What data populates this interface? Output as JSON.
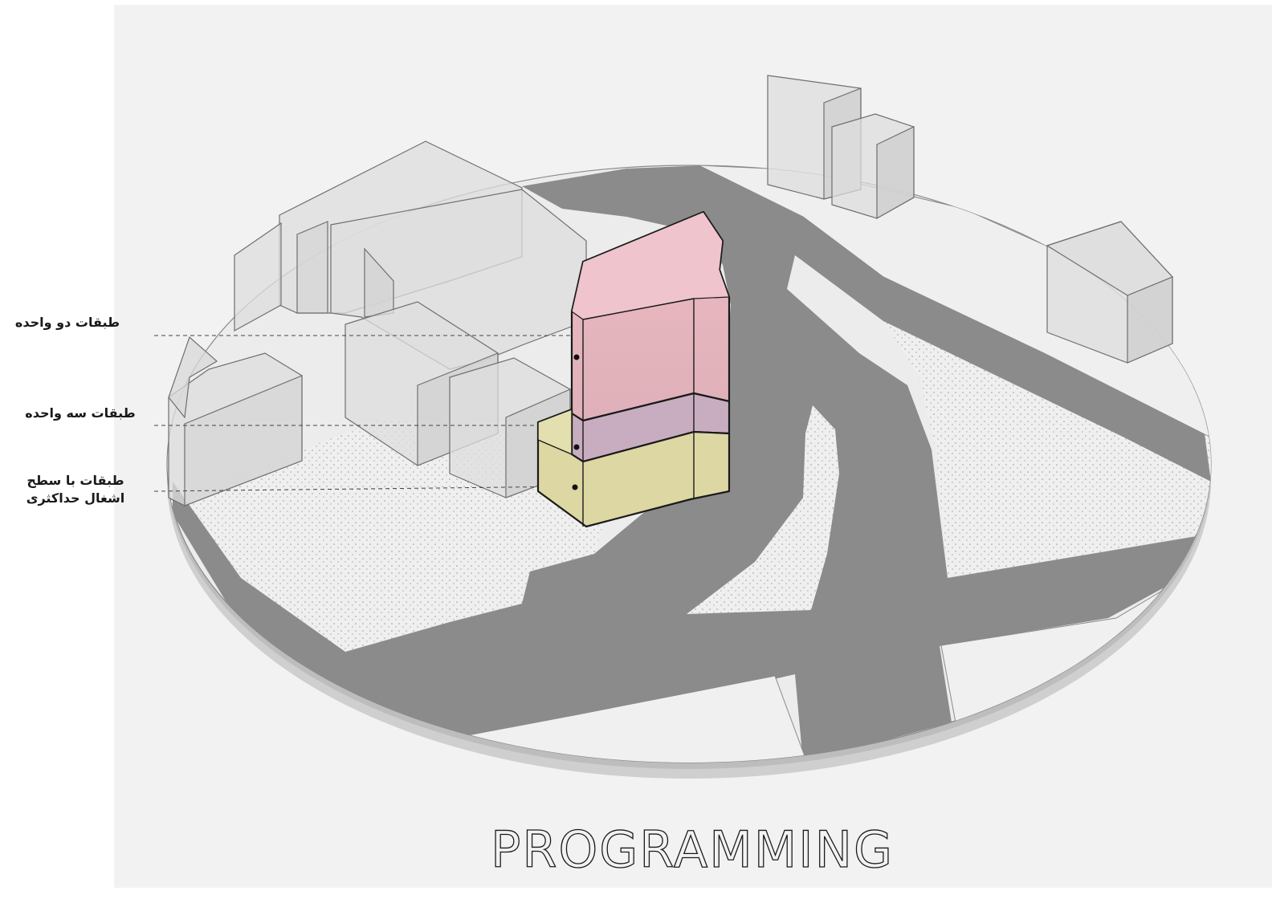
{
  "title": "PROGRAMMING",
  "labels": {
    "two_unit_floors": "طبقات دو واحده",
    "three_unit_floors": "طبقات سه واحده",
    "max_occupancy_floors": "طبقات با سطح اشغال حداکثری"
  },
  "colors": {
    "background": "#f2f2f2",
    "road": "#8c8b8b",
    "ground": "#ededed",
    "context_building": "#dcdcdc",
    "two_unit_zone": "#e6b5bd",
    "three_unit_zone": "#c8adc0",
    "max_occupancy_zone": "#dcd7a3"
  }
}
